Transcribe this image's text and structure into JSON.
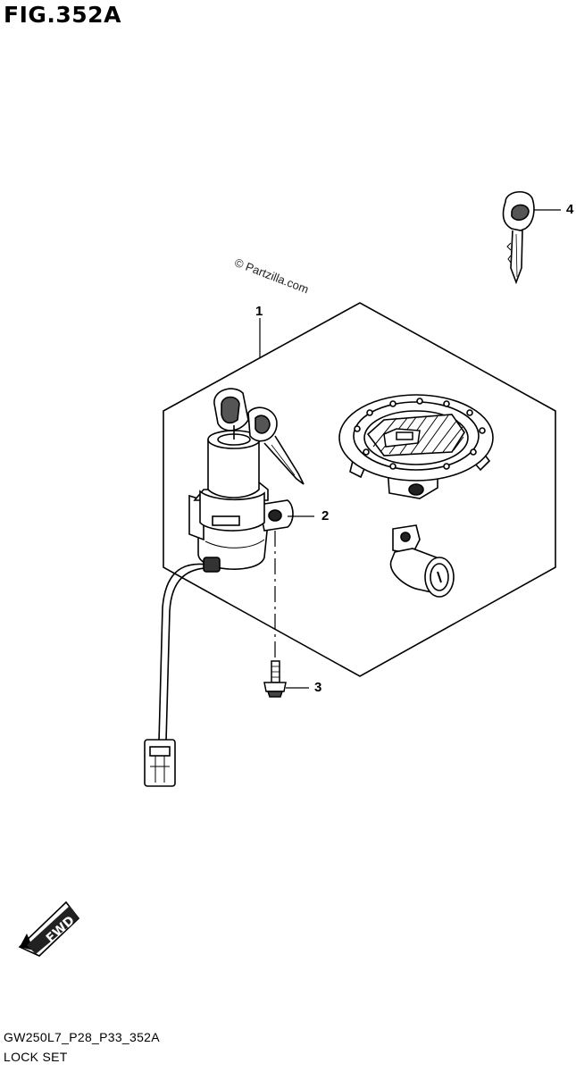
{
  "figure": {
    "title": "FIG.352A",
    "watermark": "© Partzilla.com",
    "direction_label": "FWD",
    "model_code": "GW250L7_P28_P33_352A",
    "section_name": "LOCK SET"
  },
  "callouts": [
    {
      "id": "1",
      "label": "1"
    },
    {
      "id": "2",
      "label": "2"
    },
    {
      "id": "3",
      "label": "3"
    },
    {
      "id": "4",
      "label": "4"
    }
  ]
}
